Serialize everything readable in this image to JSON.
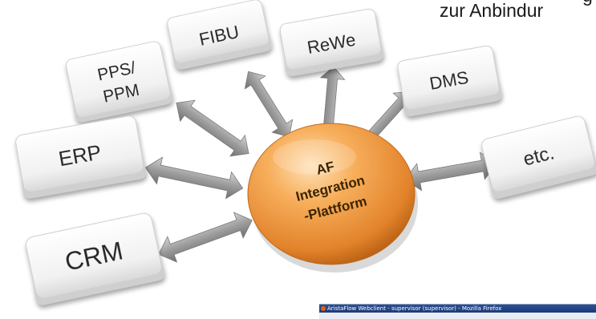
{
  "caption": {
    "line_top": "g",
    "line_main": "zur Anbindur"
  },
  "hub": {
    "lines": [
      "AF",
      "Integration",
      "-Plattform"
    ],
    "color": "#f2a04a"
  },
  "systems": [
    {
      "id": "fibu",
      "lines": [
        "FIBU"
      ]
    },
    {
      "id": "rewe",
      "lines": [
        "ReWe"
      ]
    },
    {
      "id": "pps",
      "lines": [
        "PPS/",
        "PPM"
      ]
    },
    {
      "id": "dms",
      "lines": [
        "DMS"
      ]
    },
    {
      "id": "erp",
      "lines": [
        "ERP"
      ]
    },
    {
      "id": "etc",
      "lines": [
        "etc."
      ]
    },
    {
      "id": "crm",
      "lines": [
        "CRM"
      ]
    }
  ],
  "browser_window": {
    "title": "AristaFlow Webclient - supervisor (supervisor) - Mozilla Firefox"
  },
  "colors": {
    "key_face": "#f4f4f4",
    "arrow": "#9a9a9a",
    "hub_highlight": "#ffd29a",
    "hub_shadow": "#b85f0f"
  }
}
